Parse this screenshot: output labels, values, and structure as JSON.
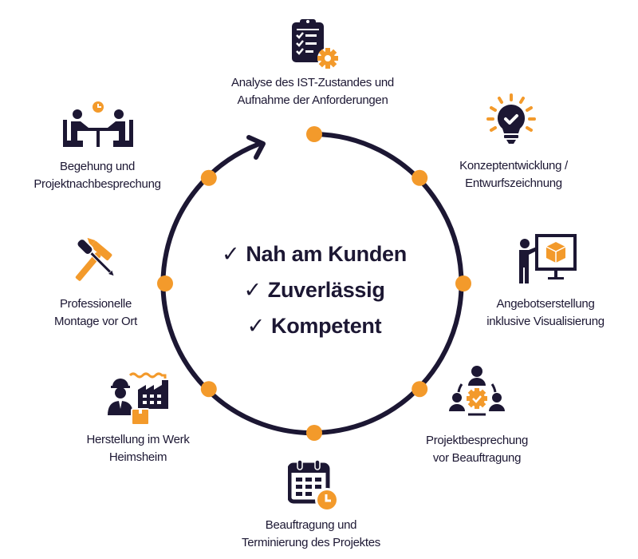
{
  "colors": {
    "navy": "#1c1733",
    "orange": "#f39a2b",
    "background": "#ffffff"
  },
  "center": {
    "check_symbol": "✓",
    "items": [
      "Nah am Kunden",
      "Zuverlässig",
      "Kompetent"
    ]
  },
  "steps": [
    {
      "icon": "clipboard-gear-icon",
      "lines": [
        "Analyse des IST-Zustandes und",
        "Aufnahme der Anforderungen"
      ]
    },
    {
      "icon": "lightbulb-check-icon",
      "lines": [
        "Konzeptentwicklung /",
        "Entwurfszeichnung"
      ]
    },
    {
      "icon": "presentation-cube-icon",
      "lines": [
        "Angebotserstellung",
        "inklusive Visualisierung"
      ]
    },
    {
      "icon": "team-gear-icon",
      "lines": [
        "Projektbesprechung",
        "vor Beauftragung"
      ]
    },
    {
      "icon": "calendar-clock-icon",
      "lines": [
        "Beauftragung und",
        "Terminierung des Projektes"
      ]
    },
    {
      "icon": "worker-factory-icon",
      "lines": [
        "Herstellung im Werk",
        "Heimsheim"
      ]
    },
    {
      "icon": "hammer-screwdriver-icon",
      "lines": [
        "Professionelle",
        "Montage vor Ort"
      ]
    },
    {
      "icon": "meeting-table-icon",
      "lines": [
        "Begehung und",
        "Projektnachbesprechung"
      ]
    }
  ]
}
